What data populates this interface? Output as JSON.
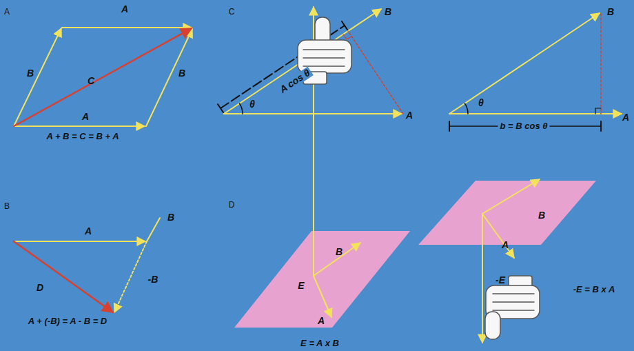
{
  "diagram": {
    "labels": [
      "A",
      "A",
      "B",
      "C",
      "B",
      "A",
      "A + B = C = B + A",
      "B",
      "A",
      "B",
      "D",
      "-B",
      "A + (-B) = A - B = D",
      "C",
      "B",
      "A cos θ",
      "θ",
      "A",
      "B",
      "θ",
      "A",
      "b = B cos θ",
      "D",
      "E",
      "B",
      "A",
      "E = A x B",
      "B",
      "A",
      "-E",
      "-E = B x A"
    ]
  }
}
